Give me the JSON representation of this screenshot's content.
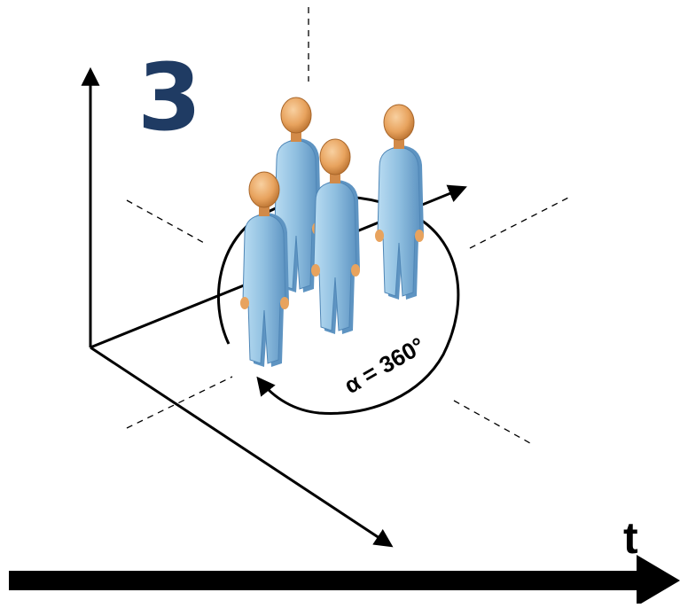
{
  "step_number": "3",
  "rotation_label": "α = 360°",
  "time_axis_label": "t",
  "people_count": 4,
  "colors": {
    "step_number": "#1f3b63",
    "body": "#8fbfe0",
    "body_shadow": "#5e94c2",
    "head": "#e8a35e",
    "axis": "#000000"
  },
  "icons": [
    "person-icon",
    "rotation-arrow-icon",
    "axis-arrow-icon"
  ]
}
